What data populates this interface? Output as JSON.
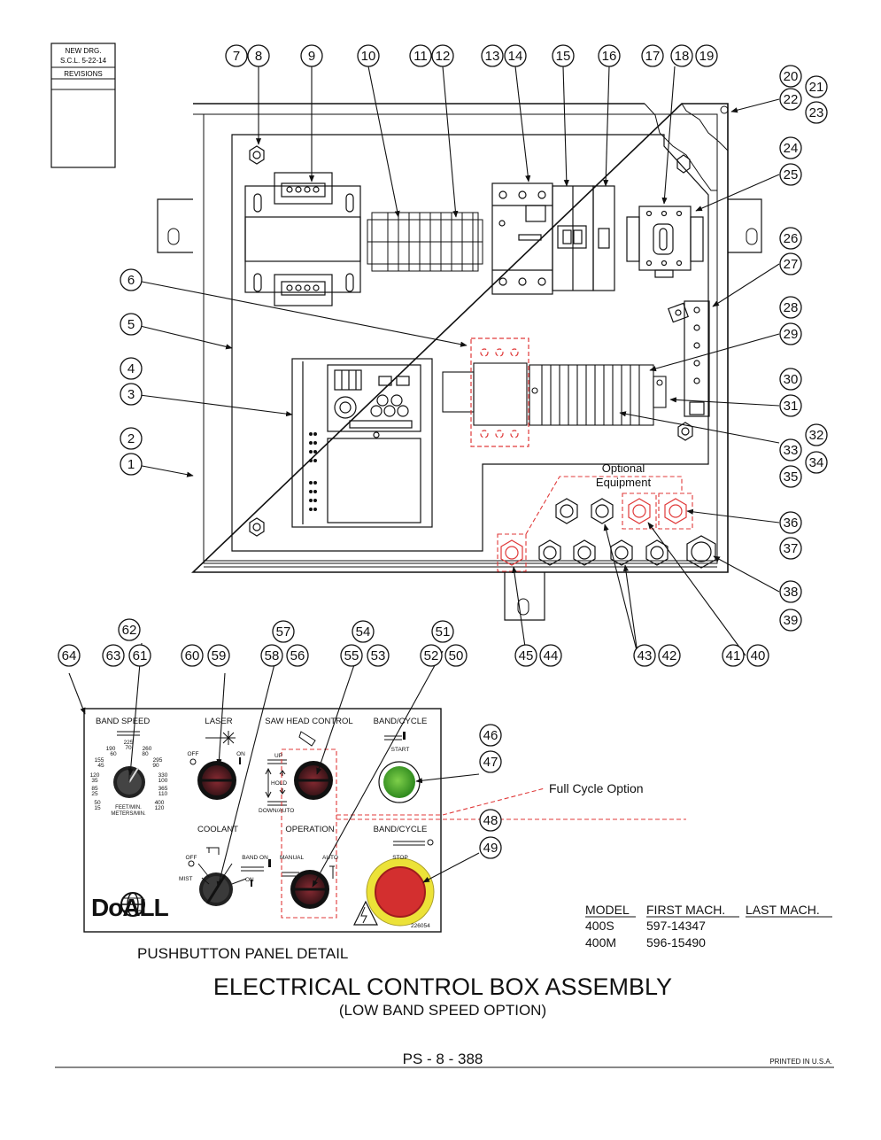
{
  "revision_box": {
    "line1": "NEW DRG.",
    "line2": "S.C.L. 5-22-14",
    "label": "REVISIONS"
  },
  "callouts_top": [
    "7",
    "8",
    "9",
    "10",
    "11",
    "12",
    "13",
    "14",
    "15",
    "16",
    "17",
    "18",
    "19"
  ],
  "callouts_right": [
    "20",
    "21",
    "22",
    "23",
    "24",
    "25",
    "26",
    "27",
    "28",
    "29",
    "30",
    "31",
    "32",
    "33",
    "34",
    "35",
    "36",
    "37",
    "38",
    "39"
  ],
  "callouts_left": [
    "6",
    "5",
    "4",
    "3",
    "2",
    "1"
  ],
  "callouts_bottom_row": [
    "45",
    "44",
    "43",
    "42",
    "41",
    "40"
  ],
  "callouts_panel_top": [
    "62",
    "63",
    "61",
    "64",
    "60",
    "59",
    "57",
    "58",
    "56",
    "54",
    "55",
    "53",
    "51",
    "52",
    "50"
  ],
  "callouts_panel_right": [
    "46",
    "47",
    "48",
    "49"
  ],
  "optional_equipment": {
    "line1": "Optional",
    "line2": "Equipment"
  },
  "full_cycle_option": "Full Cycle Option",
  "panel": {
    "band_speed": "BAND SPEED",
    "band_speed_scale": [
      "190",
      "60",
      "225",
      "70",
      "260",
      "80",
      "155",
      "45",
      "295",
      "90",
      "120",
      "35",
      "330",
      "100",
      "85",
      "25",
      "365",
      "110",
      "50",
      "15",
      "400",
      "120"
    ],
    "band_speed_units": "FEET/MIN.",
    "band_speed_units2": "METERS/MIN.",
    "laser": "LASER",
    "laser_off": "OFF",
    "laser_on": "ON",
    "saw_head_control": "SAW HEAD CONTROL",
    "saw_up": "UP",
    "saw_hold": "HOLD",
    "saw_down": "DOWN/AUTO",
    "band_cycle_top": "BAND/CYCLE",
    "start": "START",
    "coolant": "COOLANT",
    "coolant_off": "OFF",
    "coolant_band_on": "BAND ON",
    "coolant_mist": "MIST",
    "coolant_on": "ON",
    "operation": "OPERATION",
    "manual": "MANUAL",
    "auto": "AUTO",
    "band_cycle_bottom": "BAND/CYCLE",
    "stop": "STOP",
    "logo": "DoALL",
    "part_no": "226054"
  },
  "panel_caption": "PUSHBUTTON PANEL DETAIL",
  "model_table": {
    "headers": [
      "MODEL",
      "FIRST MACH.",
      "LAST MACH."
    ],
    "rows": [
      [
        "400S",
        "597-14347"
      ],
      [
        "400M",
        "596-15490"
      ]
    ]
  },
  "title": "ELECTRICAL CONTROL BOX ASSEMBLY",
  "subtitle": "(LOW BAND SPEED OPTION)",
  "page_no": "PS - 8 - 388",
  "printed": "PRINTED IN U.S.A."
}
